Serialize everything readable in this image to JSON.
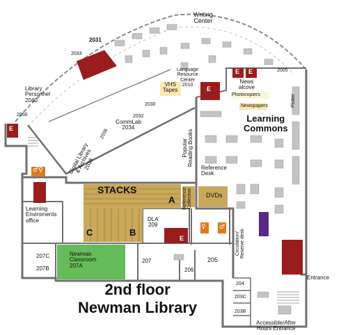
{
  "title": {
    "line1": "2nd floor",
    "line2": "Newman Library"
  },
  "colors": {
    "wall": "#6f6f6f",
    "light_wall": "#a9a9a9",
    "stacks": "#c9a85a",
    "stacks_dark": "#b08f42",
    "special": "#9b1c1c",
    "classroom": "#66bb5a",
    "restroom": "#e07a1e",
    "plotter": "#5a2a82",
    "furniture": "#b7b7b7"
  },
  "icons": {
    "elevator": "elevator-letter-E",
    "restroom": "restroom-figures",
    "stairs": "stairs-lines"
  },
  "elevator_letter": "E",
  "rooms": {
    "r2031": "2031",
    "r2033": "2033",
    "r2050": "2050",
    "r2005": "2005",
    "r2030": "2030",
    "r2032": "2032",
    "r2036": "2036",
    "r207c": "207C",
    "r207b": "207B",
    "r207": "207",
    "r206": "206",
    "r205": "205",
    "r204": "204",
    "r203c": "203C",
    "r203b": "203B"
  },
  "labels": {
    "writing_center_1": "Writing",
    "writing_center_2": "Center",
    "library_personnel_1": "Library",
    "library_personnel_2": "Personnel",
    "library_personnel_3": "2040",
    "commlab_1": "CommLab",
    "commlab_2": "2034",
    "digital_library_1": "Digital Library",
    "digital_library_2": "& Archives",
    "digital_library_3": "2038",
    "language_center_1": "Language",
    "language_center_2": "Resource",
    "language_center_3": "Center",
    "language_center_4": "2010",
    "vhs_1": "VHS",
    "vhs_2": "Tapes",
    "news_1": "News",
    "news_2": "alcove",
    "photocopiers": "Photocopiers",
    "newspapers": "Newspapers",
    "learning_commons_1": "Learning",
    "learning_commons_2": "Commons",
    "plotter": "Plotter",
    "popular_reading_1": "Popular",
    "popular_reading_2": "Reading Books",
    "reference_desk_1": "Reference",
    "reference_desk_2": "Desk",
    "reference_collection_1": "Reference",
    "reference_collection_2": "Collection",
    "dvds": "DVDs",
    "stacks": "STACKS",
    "stack_a": "A",
    "stack_b": "B",
    "stack_c": "C",
    "dla_1": "DLA",
    "dla_2": "209",
    "circulation_1": "Circulation/",
    "circulation_2": "Reserve desk",
    "learning_env_1": "Learning",
    "learning_env_2": "Enviroments",
    "learning_env_3": "office",
    "newman_classroom_1": "Newman",
    "newman_classroom_2": "Classroom",
    "newman_classroom_3": "207A",
    "entrance": "Entrance",
    "accessible_entrance_1": "Accessible/After",
    "accessible_entrance_2": "Hours Entrance"
  }
}
